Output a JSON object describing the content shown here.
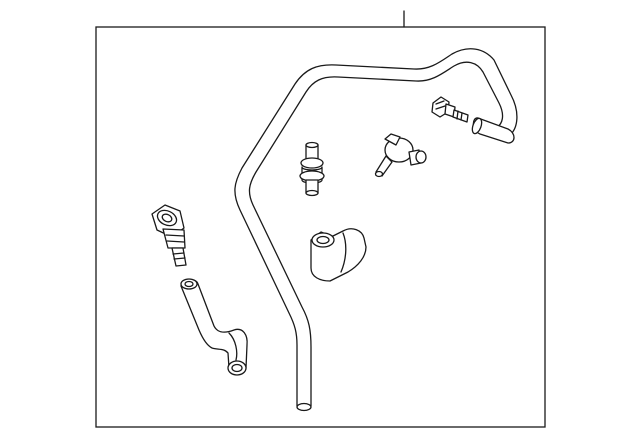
{
  "diagram": {
    "parts": [
      {
        "id": "long-vacuum-tube"
      },
      {
        "id": "short-hose-with-elbow"
      },
      {
        "id": "hose-connector-fitting"
      },
      {
        "id": "tee-connector"
      },
      {
        "id": "check-valve"
      },
      {
        "id": "elbow-hose"
      },
      {
        "id": "angled-fitting"
      }
    ],
    "colors": {
      "line": "#1a1a1a",
      "background": "#ffffff"
    }
  }
}
